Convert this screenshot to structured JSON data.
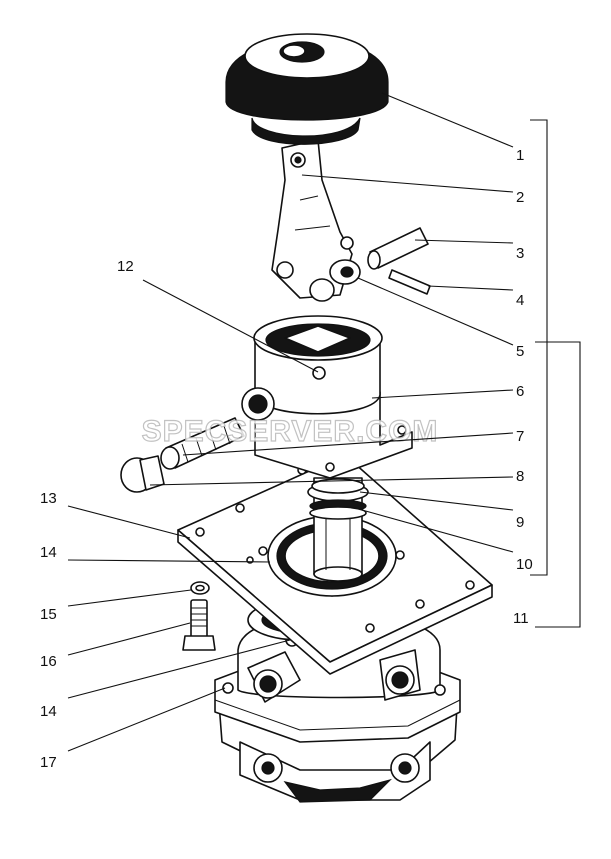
{
  "watermark": "SPECSERVER.COM",
  "callouts": [
    {
      "id": "c1",
      "number": "1"
    },
    {
      "id": "c2",
      "number": "2"
    },
    {
      "id": "c3",
      "number": "3"
    },
    {
      "id": "c4",
      "number": "4"
    },
    {
      "id": "c5",
      "number": "5"
    },
    {
      "id": "c6",
      "number": "6"
    },
    {
      "id": "c7",
      "number": "7"
    },
    {
      "id": "c8",
      "number": "8"
    },
    {
      "id": "c9",
      "number": "9"
    },
    {
      "id": "c10",
      "number": "10"
    },
    {
      "id": "c11",
      "number": "11"
    },
    {
      "id": "c12",
      "number": "12"
    },
    {
      "id": "c13",
      "number": "13"
    },
    {
      "id": "c14a",
      "number": "14"
    },
    {
      "id": "c15",
      "number": "15"
    },
    {
      "id": "c16",
      "number": "16"
    },
    {
      "id": "c14b",
      "number": "14"
    },
    {
      "id": "c17",
      "number": "17"
    }
  ]
}
